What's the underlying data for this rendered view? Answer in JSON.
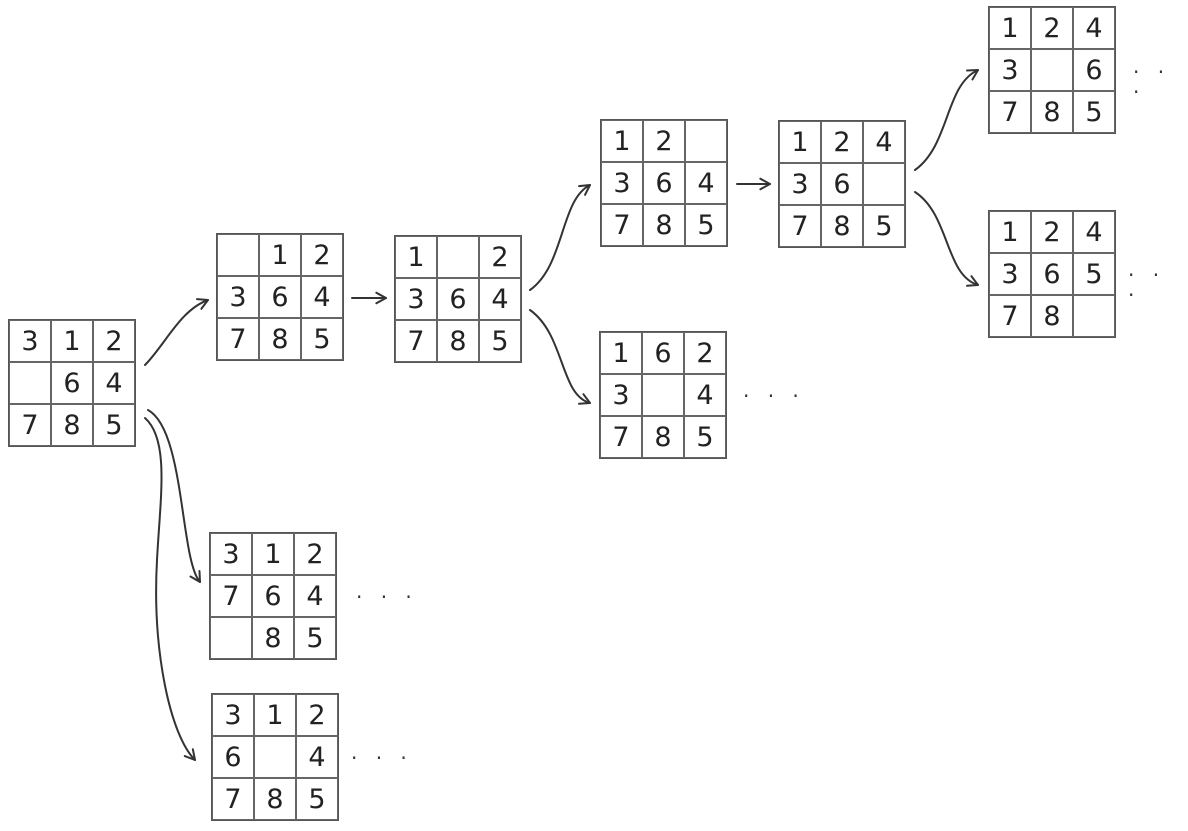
{
  "boards": [
    {
      "id": "b0",
      "cells": [
        "3",
        "1",
        "2",
        "",
        "6",
        "4",
        "7",
        "8",
        "5"
      ]
    },
    {
      "id": "b1",
      "cells": [
        "",
        "1",
        "2",
        "3",
        "6",
        "4",
        "7",
        "8",
        "5"
      ]
    },
    {
      "id": "b2",
      "cells": [
        "1",
        "",
        "2",
        "3",
        "6",
        "4",
        "7",
        "8",
        "5"
      ]
    },
    {
      "id": "b3",
      "cells": [
        "1",
        "2",
        "",
        "3",
        "6",
        "4",
        "7",
        "8",
        "5"
      ]
    },
    {
      "id": "b4",
      "cells": [
        "1",
        "2",
        "4",
        "3",
        "6",
        "",
        "7",
        "8",
        "5"
      ]
    },
    {
      "id": "b5",
      "cells": [
        "1",
        "2",
        "4",
        "3",
        "",
        "6",
        "7",
        "8",
        "5"
      ]
    },
    {
      "id": "b6",
      "cells": [
        "1",
        "2",
        "4",
        "3",
        "6",
        "5",
        "7",
        "8",
        ""
      ]
    },
    {
      "id": "b7",
      "cells": [
        "1",
        "6",
        "2",
        "3",
        "",
        "4",
        "7",
        "8",
        "5"
      ]
    },
    {
      "id": "b8",
      "cells": [
        "3",
        "1",
        "2",
        "7",
        "6",
        "4",
        "",
        "8",
        "5"
      ]
    },
    {
      "id": "b9",
      "cells": [
        "3",
        "1",
        "2",
        "6",
        "",
        "4",
        "7",
        "8",
        "5"
      ]
    }
  ],
  "ellipsis": "· · ·",
  "edges": [
    [
      "b0",
      "b1"
    ],
    [
      "b1",
      "b2"
    ],
    [
      "b2",
      "b3"
    ],
    [
      "b2",
      "b7"
    ],
    [
      "b3",
      "b4"
    ],
    [
      "b4",
      "b5"
    ],
    [
      "b4",
      "b6"
    ],
    [
      "b0",
      "b8"
    ],
    [
      "b0",
      "b9"
    ]
  ],
  "line_color": "#333333"
}
